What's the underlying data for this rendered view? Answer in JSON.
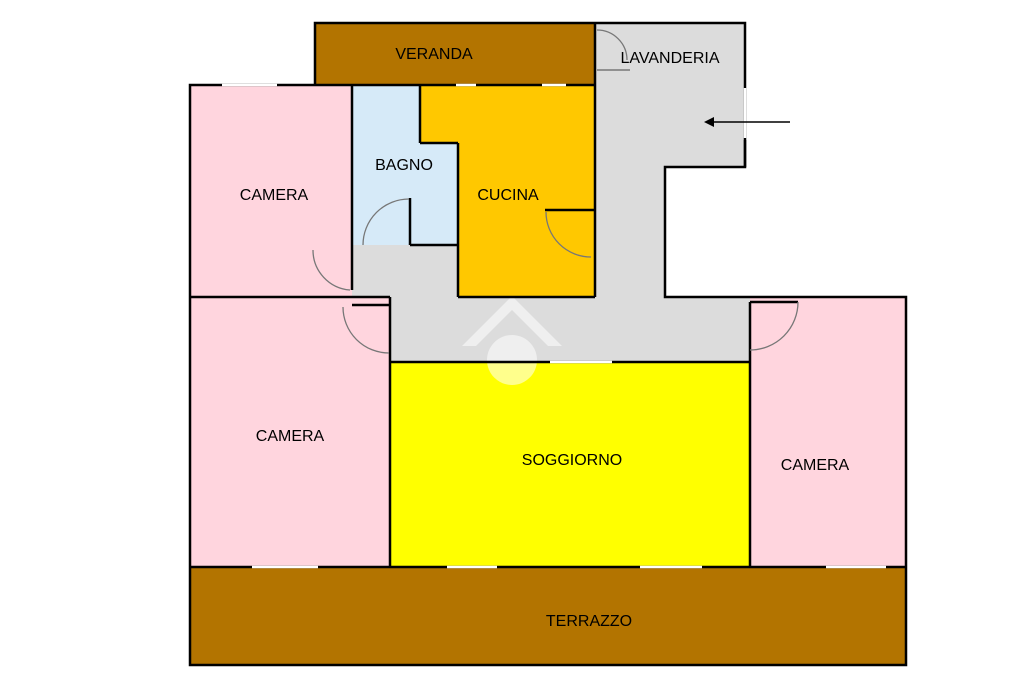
{
  "rooms": {
    "veranda": "VERANDA",
    "lavanderia": "LAVANDERIA",
    "bagno": "BAGNO",
    "cucina": "CUCINA",
    "camera_nw": "CAMERA",
    "camera_w": "CAMERA",
    "soggiorno": "SOGGIORNO",
    "camera_e": "CAMERA",
    "terrazzo": "TERRAZZO"
  },
  "colors": {
    "terrace": "#b37400",
    "bedroom": "#ffd5de",
    "bathroom": "#d6eaf8",
    "kitchen": "#ffc800",
    "living": "#ffff00",
    "corridor": "#dcdcdc",
    "wall": "#000000"
  },
  "icons": {
    "entrance": "arrow-left-icon",
    "watermark": "house-logo-watermark"
  }
}
